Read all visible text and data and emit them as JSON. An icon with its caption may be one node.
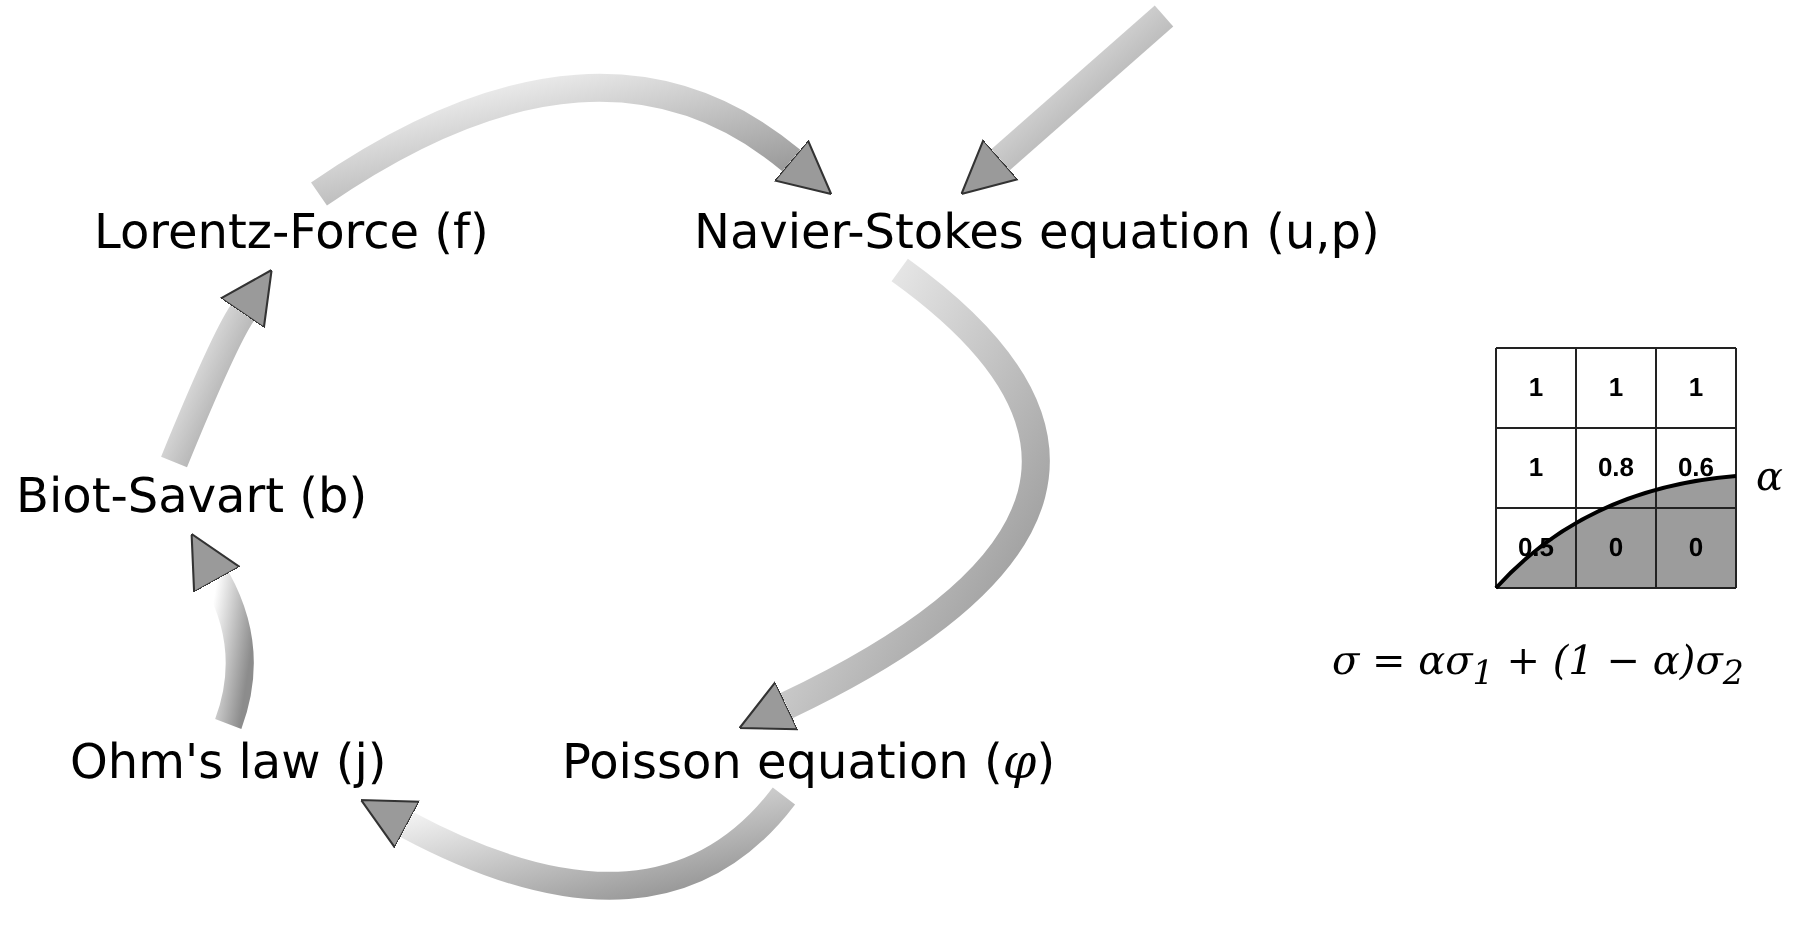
{
  "diagram": {
    "nodes": [
      {
        "text": [
          "Navier-Stokes equation (u,p)"
        ]
      },
      {
        "text": [
          "Poisson equation (*φ*)"
        ]
      },
      {
        "text": [
          "Ohm's law (j)"
        ]
      },
      {
        "text": [
          "Biot-Savart (b)"
        ]
      },
      {
        "text": [
          "Lorentz-Force (f)"
        ]
      }
    ],
    "edges": [
      {
        "from": null,
        "to": 0,
        "arrow": "to"
      },
      {
        "from": 0,
        "to": 1,
        "arrow": "to"
      },
      {
        "from": 1,
        "to": 2,
        "arrow": "to"
      },
      {
        "from": 2,
        "to": 3,
        "arrow": "to"
      },
      {
        "from": 3,
        "to": 4,
        "arrow": "to"
      },
      {
        "from": 4,
        "to": 0,
        "arrow": "to"
      }
    ],
    "labels": [
      "1",
      "1",
      "1",
      "1",
      "0.8",
      "0.6",
      "0.5",
      "0",
      "0",
      "α",
      "σ = ασ$_{1}$ + (1 − α)σ$_{2}$"
    ]
  }
}
